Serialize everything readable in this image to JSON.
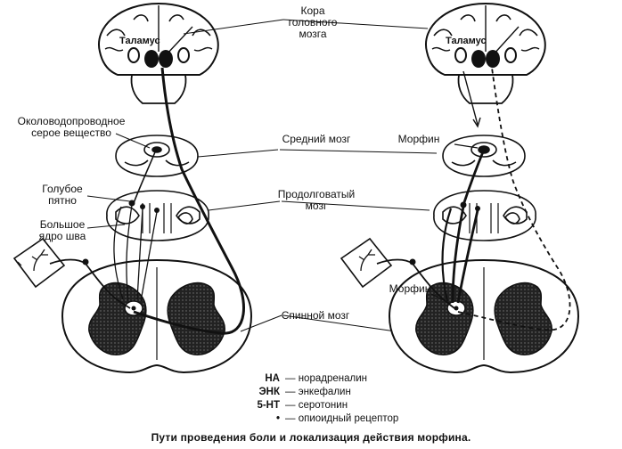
{
  "labels": {
    "cortex": "Кора\nголовного\nмозга",
    "thalamus": "Таламус",
    "periaqueductal": "Околоводопроводное\nсерое вещество",
    "midbrain": "Средний мозг",
    "locus": "Голубое\nпятно",
    "raphe": "Большое\nядро шва",
    "medulla": "Продолговатый\nмозг",
    "spinal": "Спинной мозг",
    "morphine": "Морфин"
  },
  "legend": [
    {
      "key": "НА",
      "value": "— норадреналин"
    },
    {
      "key": "ЭНК",
      "value": "— энкефалин"
    },
    {
      "key": "5-НТ",
      "value": "— серотонин"
    },
    {
      "key": "•",
      "value": "— опиоидный рецептор"
    }
  ],
  "caption": "Пути проведения боли и локализация действия морфина."
}
